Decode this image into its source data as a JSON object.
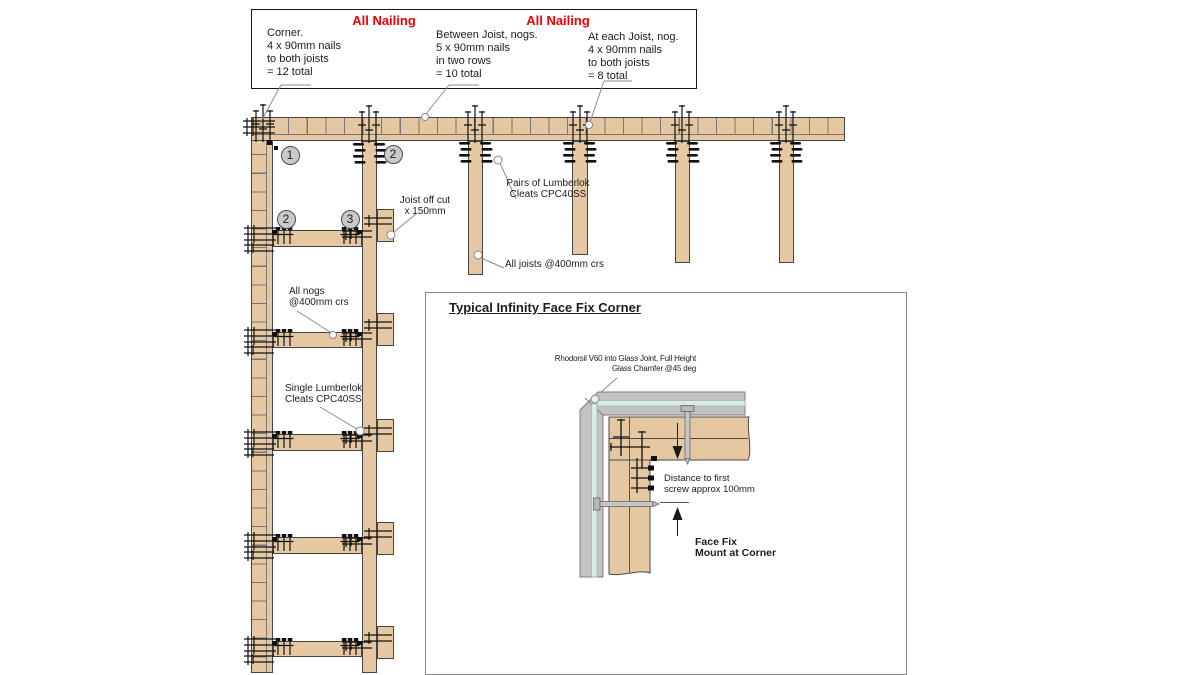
{
  "annotation_box": {
    "heading_left": "All Nailing",
    "heading_right": "All Nailing",
    "note_corner": "Corner.\n4 x 90mm nails\nto both joists\n= 12 total",
    "note_between": "Between Joist, nogs.\n5 x 90mm nails\nin two rows\n= 10 total",
    "note_each": "At each Joist, nog.\n4 x 90mm nails\nto both joists\n= 8 total"
  },
  "callouts": {
    "c1": "1",
    "c2": "2",
    "c3": "2",
    "c4": "3"
  },
  "labels": {
    "joist_off_cut": "Joist off cut\nx 150mm",
    "pairs_cleats": "Pairs of Lumberlok\nCleats CPC40SS",
    "all_joists": "All joists @400mm crs",
    "all_nogs": "All nogs\n@400mm crs",
    "single_cleats": "Single Lumberlok\nCleats CPC40SS"
  },
  "detail_panel": {
    "title": "Typical Infinity Face Fix Corner",
    "glass_note": "Rhodorsil V60 into Glass Joint, Full Height\nGlass Chamfer @45 deg",
    "screw_note": "Distance to first\nscrew approx 100mm",
    "mount_note": "Face Fix\nMount at Corner"
  },
  "colors": {
    "timber": "#e5c8a1",
    "timber_outline": "#454545",
    "glass_panel_gray": "#c2c2c2",
    "glass_blue": "#d9ece7",
    "heading_red": "#ee0000",
    "callout_fill": "#c9c9c9",
    "nail_black": "#111111"
  }
}
